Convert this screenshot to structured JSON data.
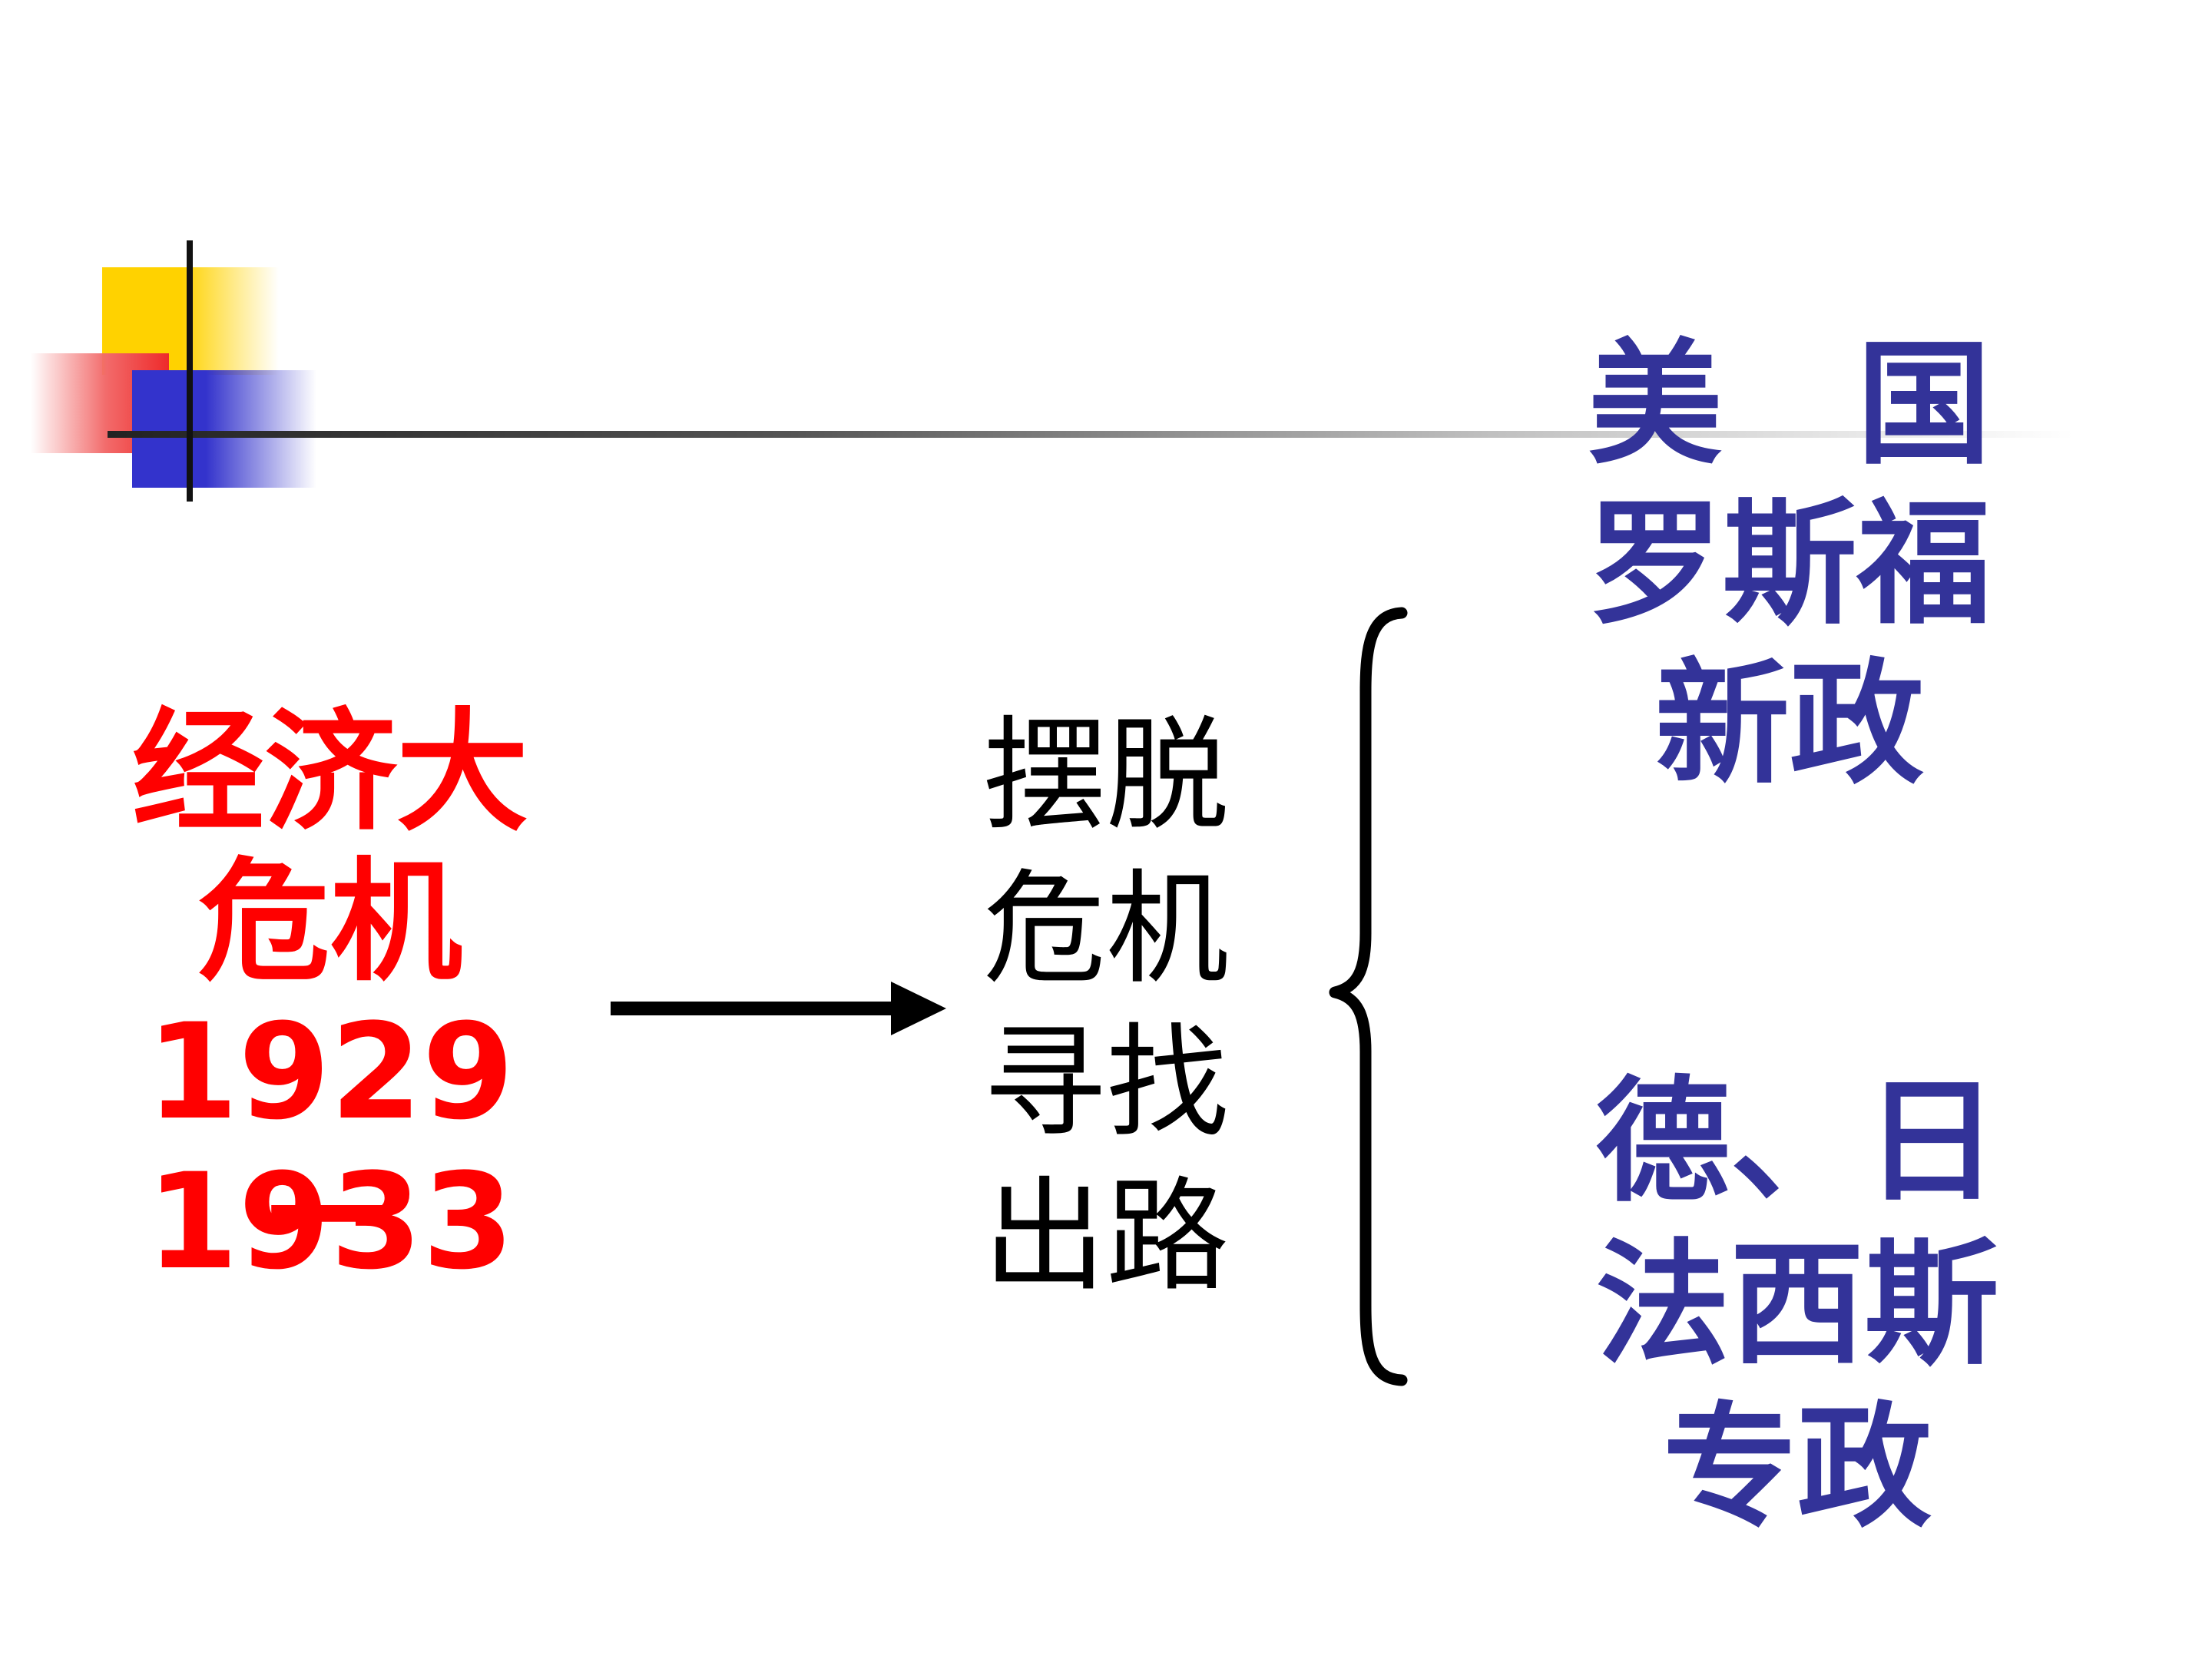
{
  "slide": {
    "left": {
      "line1": "经济大",
      "line2": "危机",
      "line3": "1929—",
      "line4": "1933"
    },
    "middle": {
      "line1": "摆脱",
      "line2": "危机",
      "line3": "寻找",
      "line4": "出路"
    },
    "right_top": {
      "line1": "美　国",
      "line2": "罗斯福",
      "line3": "新政"
    },
    "right_bottom": {
      "line1": "德、日",
      "line2": "法西斯",
      "line3": "专政"
    }
  },
  "colors": {
    "left_text": "#ff0000",
    "middle_text": "#000000",
    "right_text": "#333399",
    "yellow_square": "#ffd200",
    "red_square": "#ee2a2a",
    "blue_square": "#3333cc"
  }
}
